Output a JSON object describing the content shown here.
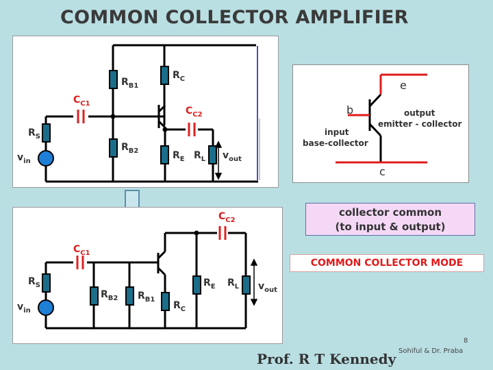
{
  "title": "COMMON COLLECTOR AMPLIFIER",
  "top_circuit": {
    "rb1": {
      "main": "R",
      "sub": "B1"
    },
    "rc": {
      "main": "R",
      "sub": "C"
    },
    "cc1": {
      "main": "C",
      "sub": "C1"
    },
    "cc2": {
      "main": "C",
      "sub": "C2"
    },
    "rs": {
      "main": "R",
      "sub": "S"
    },
    "vin": {
      "main": "v",
      "sub": "in"
    },
    "rb2": {
      "main": "R",
      "sub": "B2"
    },
    "re": {
      "main": "R",
      "sub": "E"
    },
    "rl": {
      "main": "R",
      "sub": "L"
    },
    "vout": {
      "main": "v",
      "sub": "out"
    }
  },
  "transistor_diagram": {
    "terminal_e": "e",
    "terminal_b": "b",
    "terminal_c": "c",
    "output_line1": "output",
    "output_line2": "emitter - collector",
    "input_line1": "input",
    "input_line2": "base-collector"
  },
  "bottom_circuit": {
    "cc2": {
      "main": "C",
      "sub": "C2"
    },
    "cc1": {
      "main": "C",
      "sub": "C1"
    },
    "rs": {
      "main": "R",
      "sub": "S"
    },
    "vin": {
      "main": "v",
      "sub": "in"
    },
    "rb2": {
      "main": "R",
      "sub": "B2"
    },
    "rb1": {
      "main": "R",
      "sub": "B1"
    },
    "rc": {
      "main": "R",
      "sub": "C"
    },
    "re": {
      "main": "R",
      "sub": "E"
    },
    "rl": {
      "main": "R",
      "sub": "L"
    },
    "vout": {
      "main": "v",
      "sub": "out"
    }
  },
  "note": {
    "line1": "collector common",
    "line2": "(to input & output)"
  },
  "mode_label": "COMMON  COLLECTOR MODE",
  "page_number": "8",
  "credit": "Sohiful & Dr. Praba",
  "author": "Prof. R T Kennedy",
  "colors": {
    "background": "#b9dfe3",
    "wire": "#000000",
    "resistor_fill": "#1b6e8a",
    "capacitor": "#e02020",
    "source": "#1e7fd6",
    "accent_red": "#e01a1a",
    "note_box": "#f4d8f6"
  }
}
